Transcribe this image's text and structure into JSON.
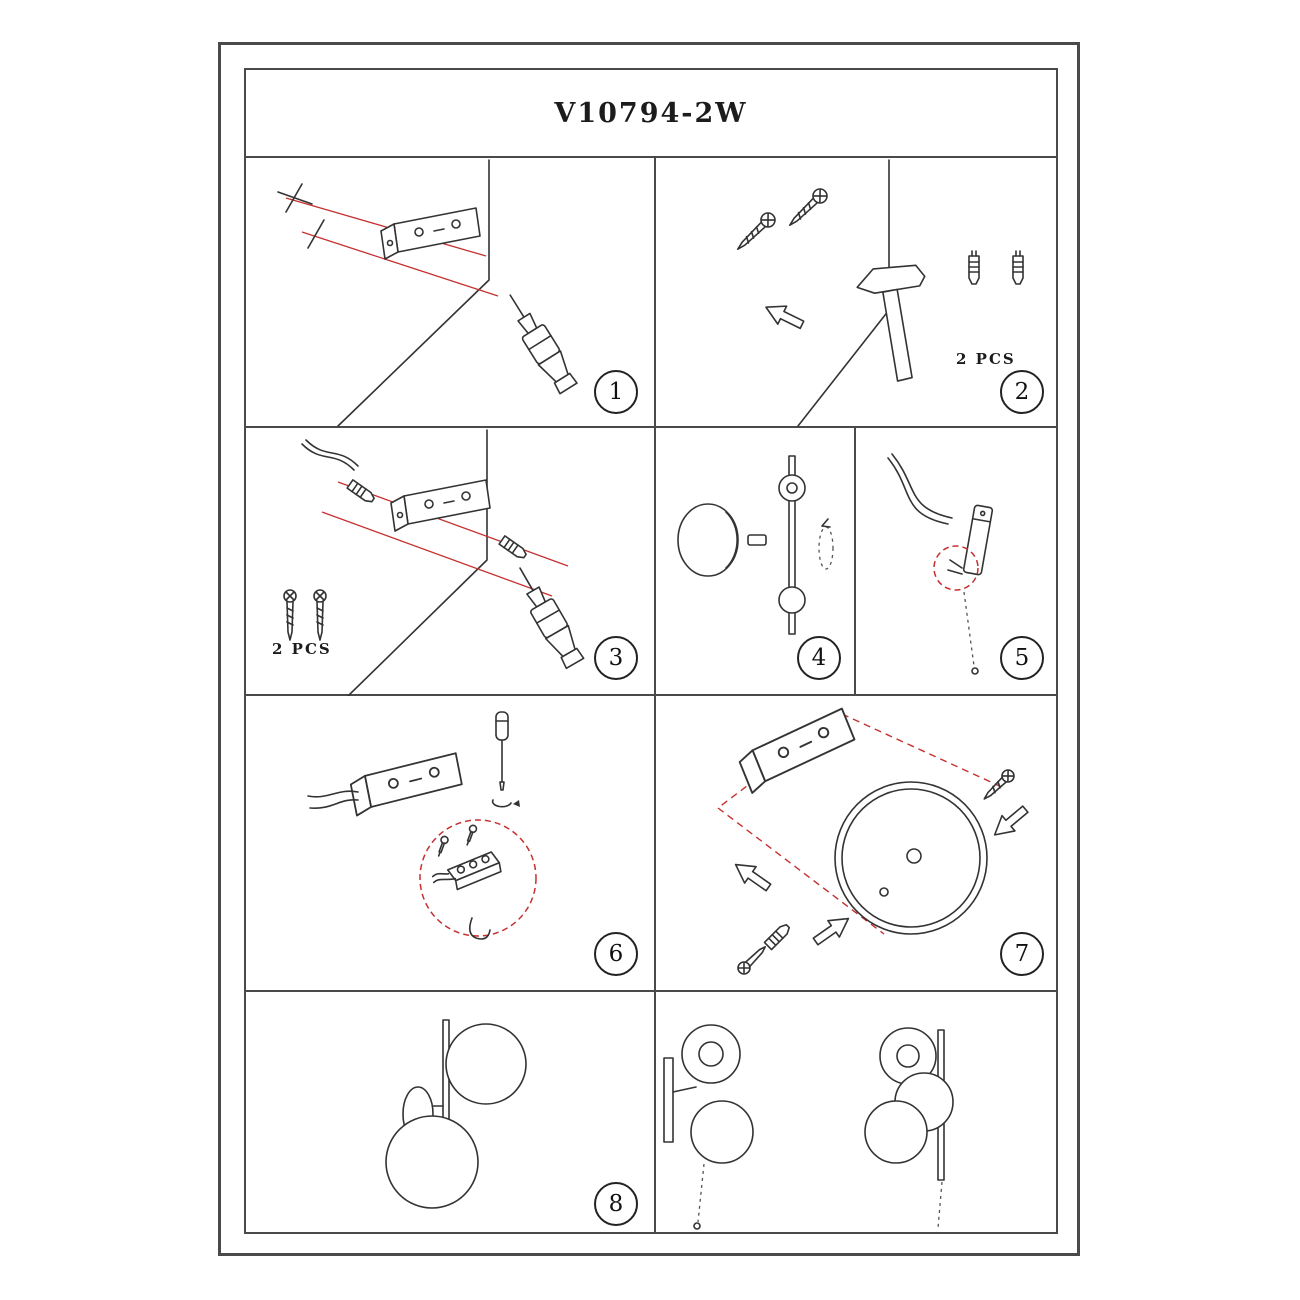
{
  "page": {
    "title": "V10794-2W"
  },
  "steps": {
    "s1": {
      "number": "1"
    },
    "s2": {
      "number": "2",
      "pcs": "2 PCS"
    },
    "s3": {
      "number": "3",
      "pcs": "2 PCS"
    },
    "s4": {
      "number": "4"
    },
    "s5": {
      "number": "5"
    },
    "s6": {
      "number": "6"
    },
    "s7": {
      "number": "7"
    },
    "s8": {
      "number": "8"
    }
  }
}
